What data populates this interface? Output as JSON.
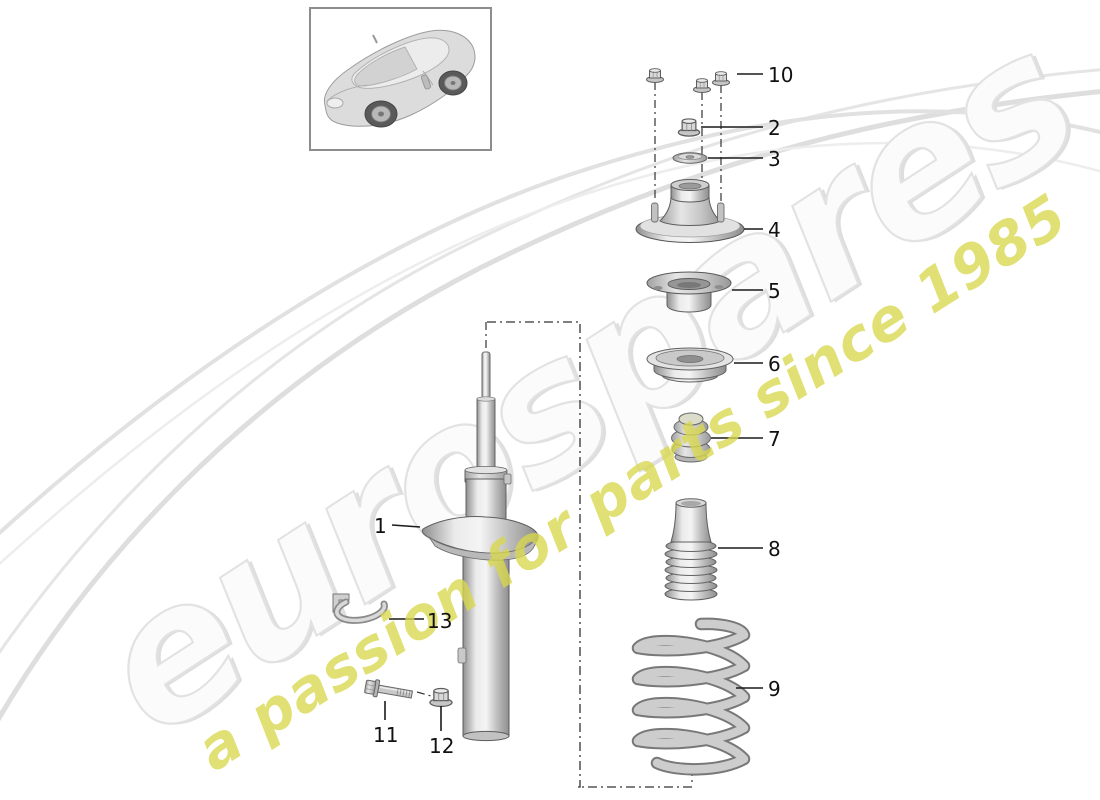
{
  "watermark": {
    "brand": "eurospares",
    "tagline": "a passion for parts since 1985",
    "brand_fill": "#fbfbfb",
    "brand_outline": "#e2e2e2",
    "tagline_color": "#d8d84e"
  },
  "callouts": [
    {
      "id": "1"
    },
    {
      "id": "2"
    },
    {
      "id": "3"
    },
    {
      "id": "4"
    },
    {
      "id": "5"
    },
    {
      "id": "6"
    },
    {
      "id": "7"
    },
    {
      "id": "8"
    },
    {
      "id": "9"
    },
    {
      "id": "10"
    },
    {
      "id": "11"
    },
    {
      "id": "12"
    },
    {
      "id": "13"
    }
  ],
  "icons": {
    "vehicle_thumbnail": "sports-car-three-quarter-view"
  },
  "colors": {
    "background": "#ffffff",
    "leader_line": "#1a1a1a",
    "dash_line": "#333333",
    "part_stroke": "#5e5e5e",
    "metal_light": "#f2f2f2",
    "metal_mid": "#c9c9c9",
    "metal_dark": "#8f8f8f",
    "swoosh": "#dedede",
    "box_border": "#8d8d8d"
  }
}
